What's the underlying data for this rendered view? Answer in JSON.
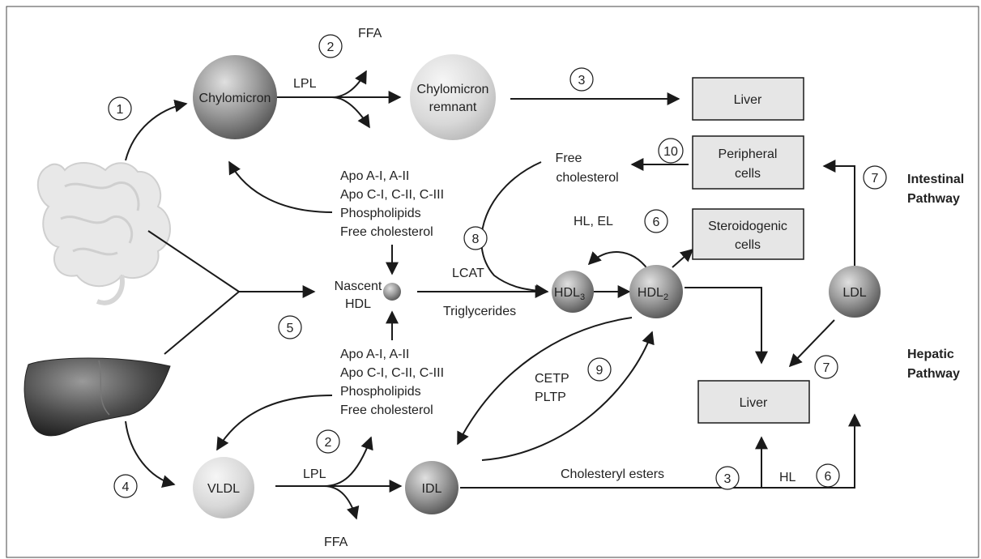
{
  "particles": {
    "chylomicron": "Chylomicron",
    "chylomicron_remnant": [
      "Chylomicron",
      "remnant"
    ],
    "nascent_hdl": [
      "Nascent",
      "HDL"
    ],
    "hdl3": {
      "base": "HDL",
      "sub": "3"
    },
    "hdl2": {
      "base": "HDL",
      "sub": "2"
    },
    "vldl": "VLDL",
    "idl": "IDL",
    "ldl": "LDL"
  },
  "boxes": {
    "liver_top": "Liver",
    "peripheral_cells": [
      "Peripheral",
      "cells"
    ],
    "steroidogenic_cells": [
      "Steroidogenic",
      "cells"
    ],
    "liver_bottom": "Liver"
  },
  "labels": {
    "ffa_top": "FFA",
    "ffa_bottom": "FFA",
    "lpl_top": "LPL",
    "lpl_bottom": "LPL",
    "free_cholesterol": [
      "Free",
      "cholesterol"
    ],
    "hl_el": "HL, EL",
    "lcat": "LCAT",
    "triglycerides": "Triglycerides",
    "cetp": "CETP",
    "pltp": "PLTP",
    "cholesteryl_esters": "Cholesteryl esters",
    "hl": "HL",
    "apo_top": [
      "Apo A-I, A-II",
      "Apo C-I, C-II, C-III",
      "Phospholipids",
      "Free cholesterol"
    ],
    "apo_bottom": [
      "Apo A-I, A-II",
      "Apo C-I, C-II, C-III",
      "Phospholipids",
      "Free cholesterol"
    ]
  },
  "pathways": {
    "intestinal": [
      "Intestinal",
      "Pathway"
    ],
    "hepatic": [
      "Hepatic",
      "Pathway"
    ]
  },
  "steps": [
    "1",
    "2",
    "3",
    "10",
    "7",
    "6",
    "8",
    "5",
    "9",
    "7",
    "2",
    "4",
    "3",
    "6"
  ],
  "colors": {
    "sphere_dark": "#8c8c8c",
    "sphere_light": "#d9d9d9",
    "box_fill": "#e6e6e6",
    "stroke": "#1a1a1a"
  }
}
